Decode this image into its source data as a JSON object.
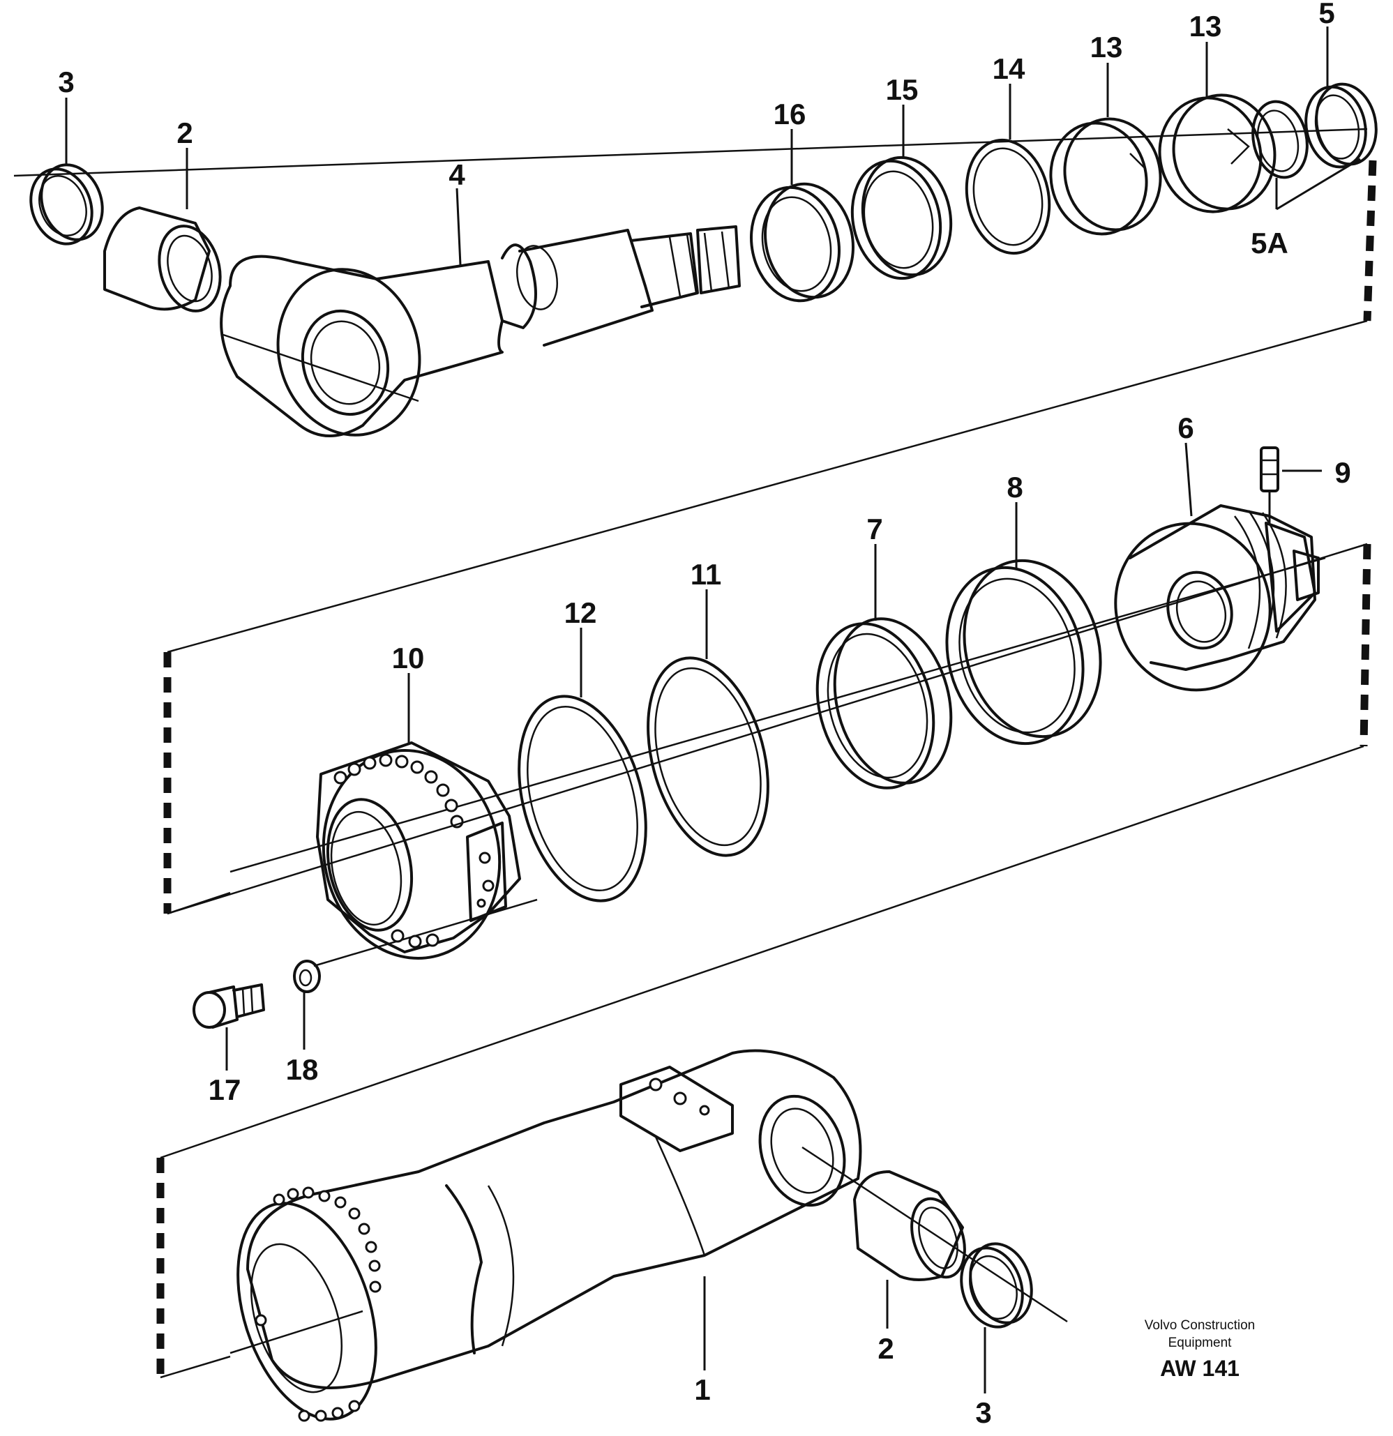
{
  "callouts": {
    "c1": "1",
    "c2a": "2",
    "c2b": "2",
    "c3a": "3",
    "c3b": "3",
    "c4": "4",
    "c5": "5",
    "c5a": "5A",
    "c6": "6",
    "c7": "7",
    "c8": "8",
    "c9": "9",
    "c10": "10",
    "c11": "11",
    "c12": "12",
    "c13a": "13",
    "c13b": "13",
    "c14": "14",
    "c15": "15",
    "c16": "16",
    "c17": "17",
    "c18": "18"
  },
  "credit": {
    "company_line1": "Volvo Construction",
    "company_line2": "Equipment",
    "drawing_code": "AW 141"
  }
}
